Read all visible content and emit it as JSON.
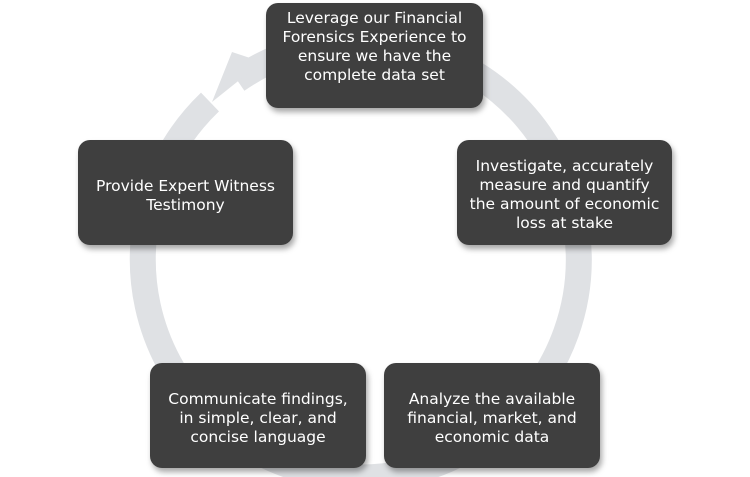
{
  "diagram": {
    "type": "cycle",
    "ring_color": "#dfe1e4",
    "box_color": "#3f3f3f",
    "text_color": "#ffffff",
    "steps": [
      {
        "label": "Leverage our Financial Forensics Experience to ensure we have the complete data set"
      },
      {
        "label": "Investigate, accurately measure and quantify the amount of economic loss at stake"
      },
      {
        "label": "Analyze the available financial, market, and economic data"
      },
      {
        "label": "Communicate findings, in simple, clear, and concise language"
      },
      {
        "label": "Provide Expert Witness Testimony"
      }
    ]
  }
}
